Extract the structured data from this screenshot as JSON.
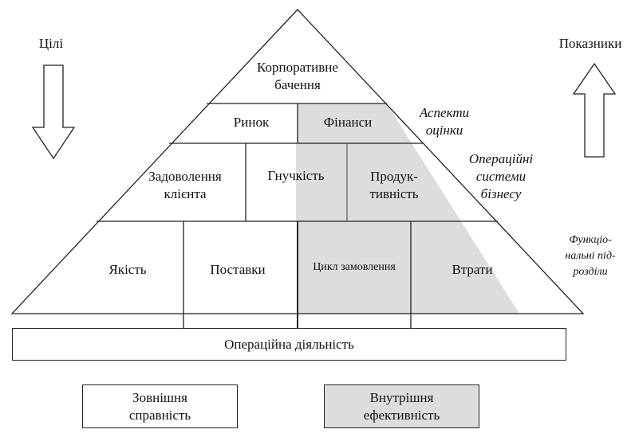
{
  "left_label": "Цілі",
  "right_label": "Показники",
  "apex": [
    "Корпоративне",
    "бачення"
  ],
  "row1": [
    "Ринок",
    "Фінанси"
  ],
  "row2": [
    [
      "Задоволення",
      "клієнта"
    ],
    [
      "Гнучкість"
    ],
    [
      "Продук-",
      "тивність"
    ]
  ],
  "row3": [
    "Якість",
    "Поставки",
    "Цикл замовлення",
    "Втрати"
  ],
  "side_labels": {
    "aspects": [
      "Аспекти",
      "оцінки"
    ],
    "systems": [
      "Операційні",
      "системи",
      "бізнесу"
    ],
    "units": [
      "Функціо-",
      "нальні під-",
      "розділи"
    ]
  },
  "base": "Операційна діяльність",
  "legend": {
    "external": [
      "Зовнішня",
      "справність"
    ],
    "internal": [
      "Внутрішня",
      "ефективність"
    ]
  },
  "colors": {
    "shade": "#dedcdd",
    "line": "#222222"
  }
}
